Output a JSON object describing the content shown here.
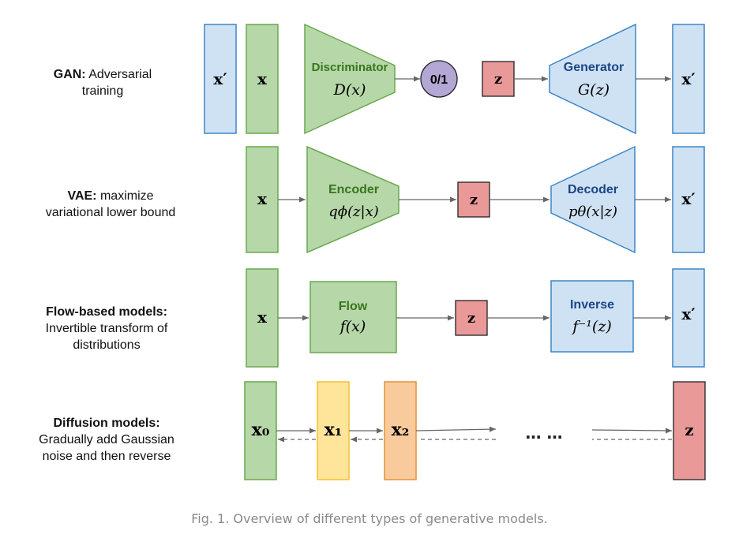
{
  "labels": {
    "gan": {
      "bold": "GAN:",
      "line1": " Adversarial",
      "line2": "training"
    },
    "vae": {
      "bold": "VAE:",
      "line1": " maximize",
      "line2": "variational lower bound"
    },
    "flow": {
      "bold": "Flow-based models:",
      "line2": "Invertible transform of",
      "line3": "distributions"
    },
    "diffusion": {
      "bold": "Diffusion models:",
      "line2": "Gradually add Gaussian",
      "line3": "noise and then reverse"
    }
  },
  "gan": {
    "x_prime_left": "x′",
    "x": "x",
    "discriminator_title": "Discriminator",
    "discriminator_func": "D(x)",
    "output": "0/1",
    "z": "z",
    "generator_title": "Generator",
    "generator_func": "G(z)",
    "x_prime_right": "x′"
  },
  "vae": {
    "x": "x",
    "encoder_title": "Encoder",
    "encoder_func": "qϕ(z|x)",
    "z": "z",
    "decoder_title": "Decoder",
    "decoder_func": "pθ(x|z)",
    "x_prime": "x′"
  },
  "flow": {
    "x": "x",
    "flow_title": "Flow",
    "flow_func": "f(x)",
    "z": "z",
    "inverse_title": "Inverse",
    "inverse_func": "f⁻¹(z)",
    "x_prime": "x′"
  },
  "diffusion": {
    "x0": "x₀",
    "x1": "x₁",
    "x2": "x₂",
    "ellipsis": "… …",
    "z": "z"
  },
  "caption": "Fig. 1. Overview of different types of generative models.",
  "colors": {
    "blue_fill": "#cfe2f3",
    "blue_stroke": "#3d85c6",
    "green_fill": "#b6d7a8",
    "green_stroke": "#6aa84f",
    "red_fill": "#ea9999",
    "purple_fill": "#b4a7d6",
    "yellow_fill": "#ffe599",
    "yellow_stroke": "#f1c232",
    "orange_fill": "#f9cb9c",
    "orange_stroke": "#e69138",
    "green_title": "#38761d",
    "blue_title": "#1c4587"
  }
}
